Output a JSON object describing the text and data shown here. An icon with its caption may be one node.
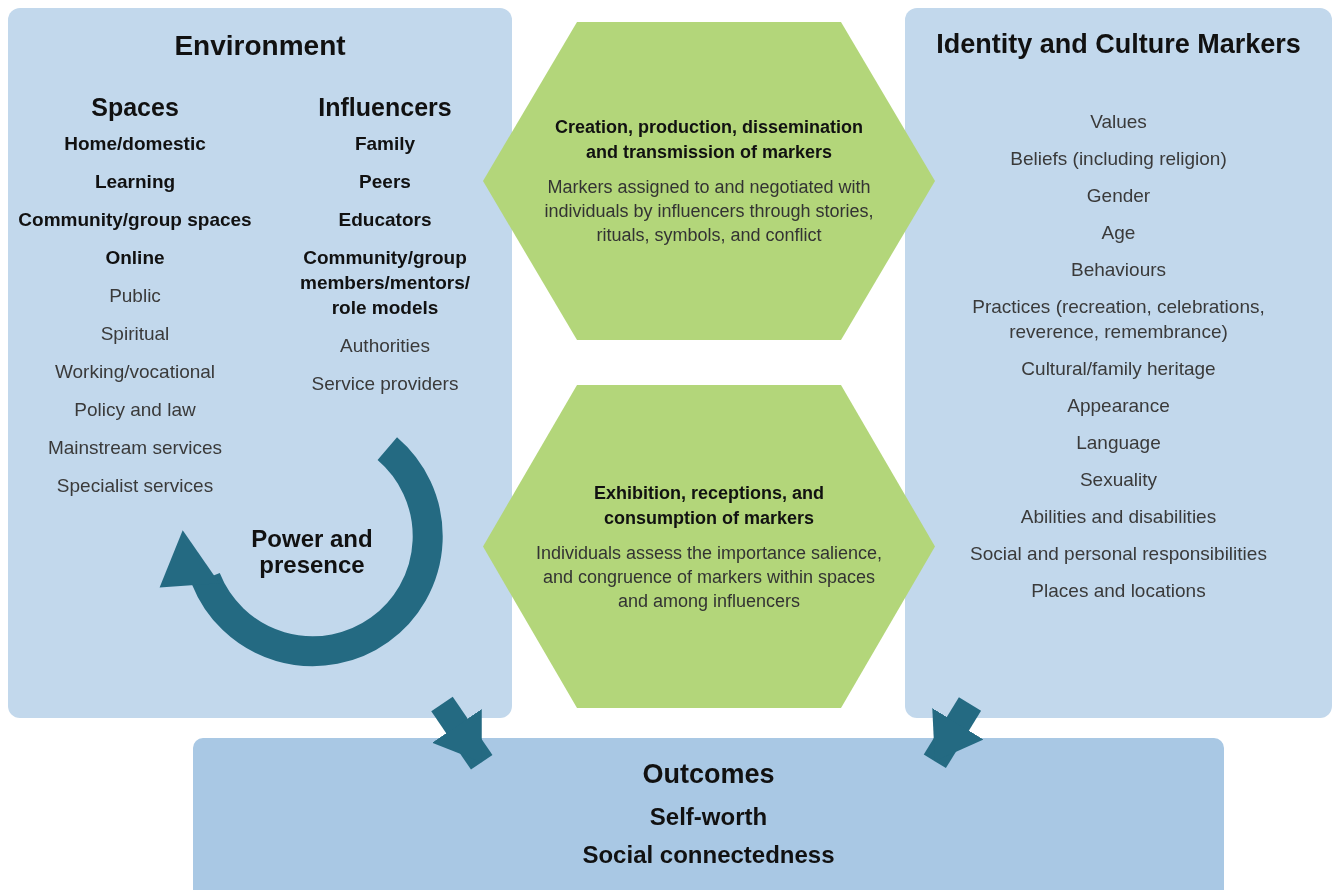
{
  "diagram": {
    "nodes": [
      {
        "text": [
          "Environment"
        ]
      },
      {
        "text": [
          "Spaces",
          "Home/domestic",
          "Learning",
          "Community/group spaces",
          "Online",
          "Public",
          "Spiritual",
          "Working/vocational",
          "Policy and law",
          "Mainstream services",
          "Specialist services"
        ],
        "in": 0
      },
      {
        "text": [
          "Influencers",
          "Family",
          "Peers",
          "Educators",
          "Community/group members/mentors/ role models",
          "Authorities",
          "Service providers"
        ],
        "in": 0
      },
      {
        "text": [
          "Power and presence"
        ],
        "in": 0
      },
      {
        "text": [
          "Creation, production, dissemination and transmission of markers",
          "Markers assigned to and negotiated with individuals by influencers through stories, rituals, symbols, and conflict"
        ]
      },
      {
        "text": [
          "Exhibition, receptions, and consumption of markers",
          "Individuals assess the importance salience, and congruence of markers within spaces and among influencers"
        ]
      },
      {
        "text": [
          "Identity and Culture Markers",
          "Values",
          "Beliefs (including religion)",
          "Gender",
          "Age",
          "Behaviours",
          "Practices (recreation, celebrations, reverence, remembrance)",
          "Cultural/family heritage",
          "Appearance",
          "Language",
          "Sexuality",
          "Abilities and disabilities",
          "Social and personal responsibilities",
          "Places and locations"
        ]
      },
      {
        "text": [
          "Outcomes",
          "Self-worth",
          "Social connectedness"
        ]
      }
    ],
    "edges": [
      {
        "from": 0,
        "to": 7,
        "arrow": "to"
      },
      {
        "from": 6,
        "to": 7,
        "arrow": "to"
      }
    ]
  }
}
